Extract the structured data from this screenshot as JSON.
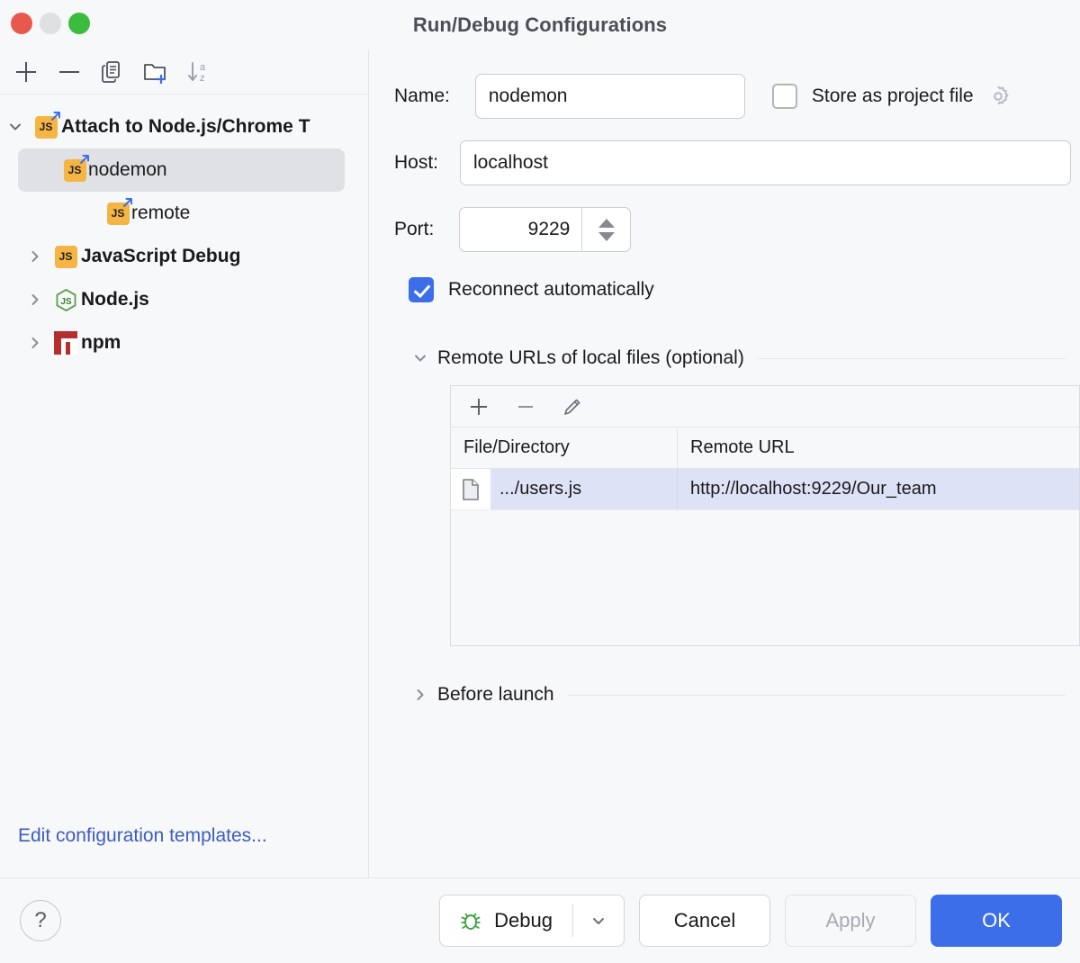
{
  "window": {
    "title": "Run/Debug Configurations",
    "traffic": [
      "close-red",
      "minimize-yellow",
      "zoom-green"
    ]
  },
  "left_toolbar": {
    "buttons": [
      {
        "name": "add",
        "icon": "plus-icon"
      },
      {
        "name": "remove",
        "icon": "minus-icon"
      },
      {
        "name": "copy",
        "icon": "copy-icon"
      },
      {
        "name": "new-folder",
        "icon": "folder-add-icon"
      },
      {
        "name": "sort-alphabetically",
        "icon": "sort-az-icon"
      }
    ]
  },
  "tree": {
    "items": [
      {
        "label": "Attach to Node.js/Chrome T",
        "icon": "js-remote-icon",
        "level": 0,
        "expanded": true,
        "bold": true,
        "selected": false
      },
      {
        "label": "nodemon",
        "icon": "js-remote-icon",
        "level": 1,
        "expanded": null,
        "bold": false,
        "selected": true
      },
      {
        "label": "remote",
        "icon": "js-remote-icon",
        "level": 1,
        "expanded": null,
        "bold": false,
        "selected": false
      },
      {
        "label": "JavaScript Debug",
        "icon": "js-icon",
        "level": 0,
        "expanded": false,
        "bold": true,
        "selected": false
      },
      {
        "label": "Node.js",
        "icon": "nodejs-icon",
        "level": 0,
        "expanded": false,
        "bold": true,
        "selected": false
      },
      {
        "label": "npm",
        "icon": "npm-icon",
        "level": 0,
        "expanded": false,
        "bold": true,
        "selected": false
      }
    ],
    "edit_templates_link": "Edit configuration templates..."
  },
  "form": {
    "name_label": "Name:",
    "name_value": "nodemon",
    "store_as_project_file_label": "Store as project file",
    "store_as_project_file_checked": false,
    "host_label": "Host:",
    "host_value": "localhost",
    "port_label": "Port:",
    "port_value": "9229",
    "reconnect_label": "Reconnect automatically",
    "reconnect_checked": true
  },
  "remote_urls": {
    "section_title": "Remote URLs of local files (optional)",
    "expanded": true,
    "toolbar": [
      {
        "name": "add-mapping",
        "icon": "plus-icon"
      },
      {
        "name": "remove-mapping",
        "icon": "minus-icon"
      },
      {
        "name": "edit-mapping",
        "icon": "pencil-icon"
      }
    ],
    "columns": [
      "File/Directory",
      "Remote URL"
    ],
    "rows": [
      {
        "icon": "file-icon",
        "file": ".../users.js",
        "url": "http://localhost:9229/Our_team",
        "selected": true
      }
    ]
  },
  "before_launch": {
    "section_title": "Before launch",
    "expanded": false
  },
  "bottom_bar": {
    "help_label": "?",
    "debug_label": "Debug",
    "cancel_label": "Cancel",
    "apply_label": "Apply",
    "apply_enabled": false,
    "ok_label": "OK"
  },
  "colors": {
    "accent": "#3b6ee8",
    "link": "#3b5cc4",
    "window_bg": "#f7f8fa",
    "tree_selection": "#dfe1e5",
    "table_selection": "#dde2f7",
    "js_badge": "#f5b544",
    "npm_red": "#b62f2f",
    "node_green": "#57a04a",
    "bug_green": "#3ea33e"
  }
}
